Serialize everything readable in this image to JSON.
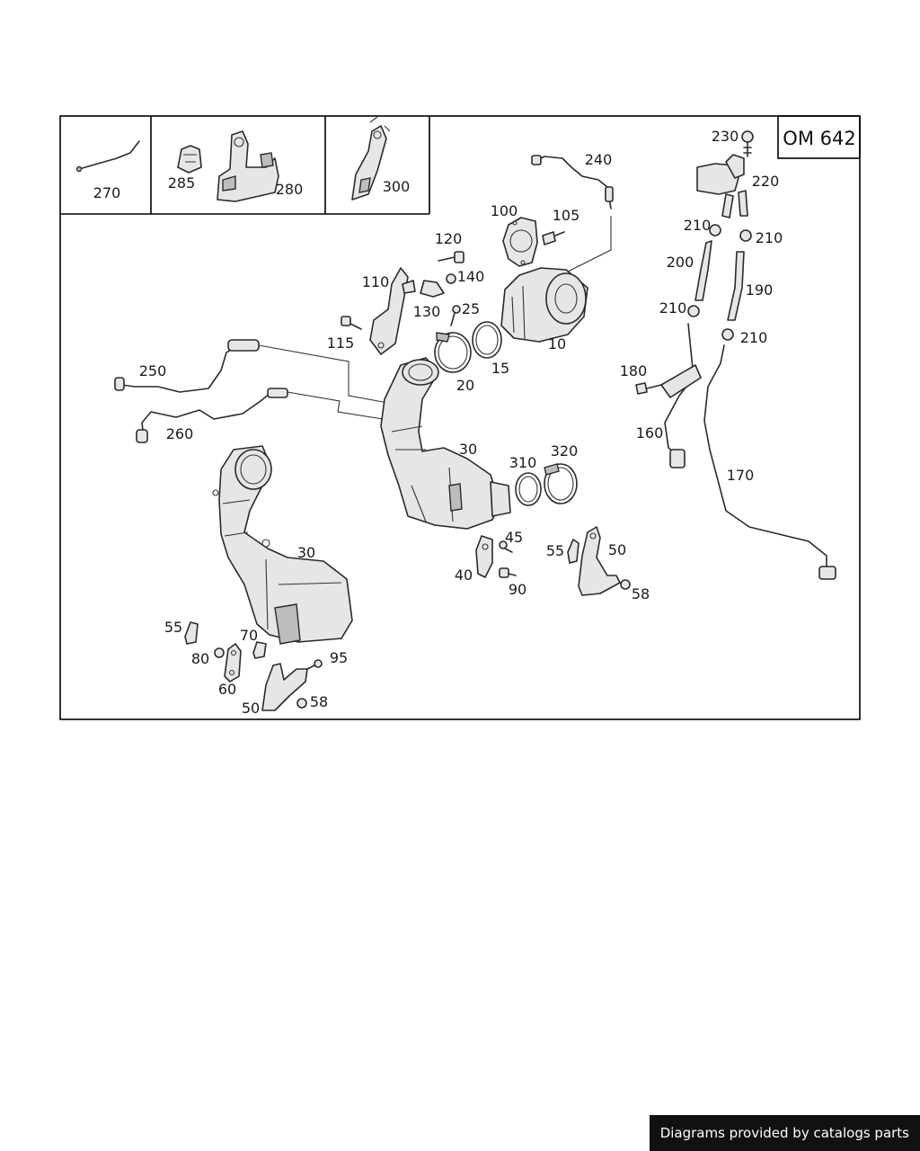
{
  "engine_code": "OM 642",
  "credit": "Diagrams provided by catalogs parts",
  "callouts": {
    "c270": "270",
    "c285": "285",
    "c280": "280",
    "c300": "300",
    "c230": "230",
    "c220": "220",
    "c240": "240",
    "c100": "100",
    "c105": "105",
    "c120": "120",
    "c110": "110",
    "c140": "140",
    "c130": "130",
    "c25": "25",
    "c115": "115",
    "c10": "10",
    "c15": "15",
    "c20": "20",
    "c250": "250",
    "c260": "260",
    "c210a": "210",
    "c210b": "210",
    "c200": "200",
    "c190": "190",
    "c210c": "210",
    "c210d": "210",
    "c180": "180",
    "c160": "160",
    "c170": "170",
    "c30a": "30",
    "c310": "310",
    "c320": "320",
    "c45": "45",
    "c40": "40",
    "c90": "90",
    "c55a": "55",
    "c50a": "50",
    "c58a": "58",
    "c30b": "30",
    "c55b": "55",
    "c70": "70",
    "c80": "80",
    "c95": "95",
    "c60": "60",
    "c58b": "58",
    "c50b": "50"
  }
}
